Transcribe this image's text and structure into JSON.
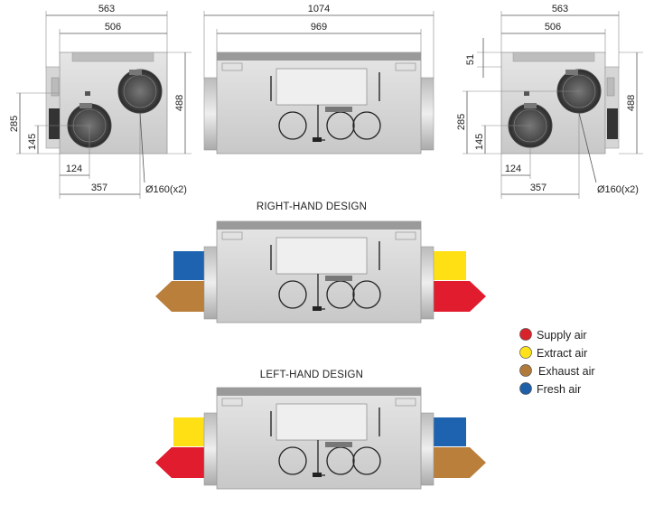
{
  "dimensions": {
    "left_view": {
      "outer_width": "563",
      "inner_width": "506",
      "height": "488",
      "h285": "285",
      "h145": "145",
      "w124": "124",
      "w357": "357",
      "diameter": "Ø160(x2)"
    },
    "center_view": {
      "outer_width": "1074",
      "inner_width": "969"
    },
    "right_view": {
      "outer_width": "563",
      "inner_width": "506",
      "height": "488",
      "h51": "51",
      "h285": "285",
      "h145": "145",
      "w124": "124",
      "w357": "357",
      "diameter": "Ø160(x2)"
    }
  },
  "designs": {
    "right_hand": {
      "title": "RIGHT-HAND DESIGN"
    },
    "left_hand": {
      "title": "LEFT-HAND DESIGN"
    }
  },
  "legend": {
    "items": [
      {
        "label": "Supply air",
        "color": "#d8232a"
      },
      {
        "label": "Extract air",
        "color": "#ffe21a"
      },
      {
        "label": "Exhaust air",
        "color": "#b07a3a"
      },
      {
        "label": "Fresh air",
        "color": "#1f5fa8"
      }
    ]
  },
  "colors": {
    "supply": "#e01c2e",
    "extract": "#ffe015",
    "exhaust": "#b97f3b",
    "fresh": "#1d63b0",
    "body": "#dcdcdc"
  }
}
